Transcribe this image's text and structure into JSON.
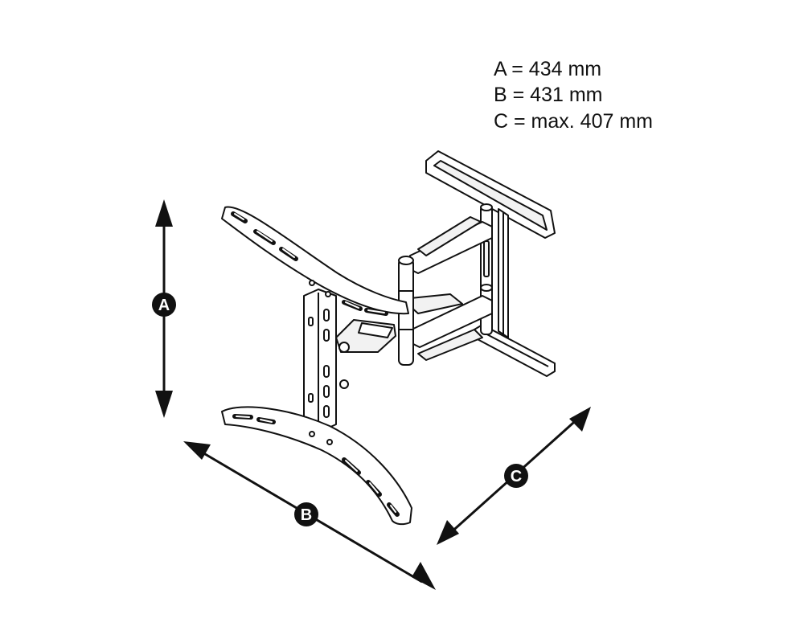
{
  "specs": [
    {
      "text": "A = 434 mm"
    },
    {
      "text": "B = 431 mm"
    },
    {
      "text": "C = max. 407 mm"
    }
  ],
  "badges": {
    "a": "A",
    "b": "B",
    "c": "C"
  },
  "colors": {
    "line": "#111111",
    "background": "#ffffff",
    "fill_light": "#f2f2f2"
  }
}
